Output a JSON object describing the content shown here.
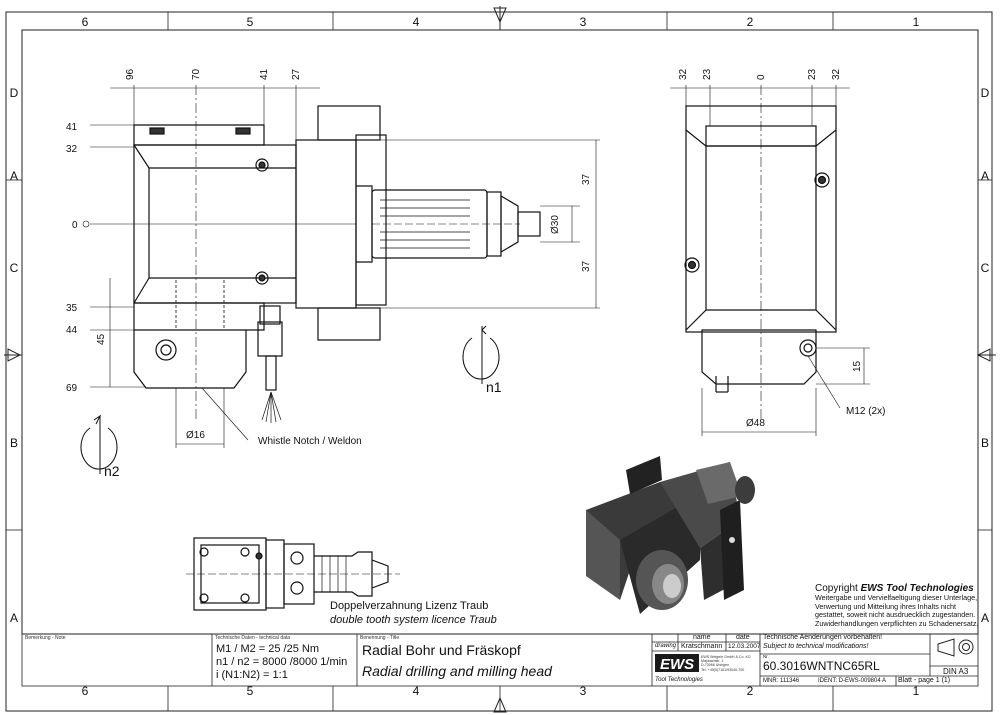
{
  "zones": {
    "columns": [
      "6",
      "5",
      "4",
      "3",
      "2",
      "1"
    ],
    "rows": [
      "D",
      "C",
      "B",
      "A"
    ]
  },
  "front_view": {
    "top_dims": [
      "96",
      "70",
      "41",
      "27"
    ],
    "left_dims": [
      "41",
      "32",
      "0",
      "35",
      "44",
      "69"
    ],
    "vertical_dim_45": "45",
    "right_dims": [
      "37",
      "37"
    ],
    "bore_dim": "Ø30",
    "shank_dim": "Ø16",
    "note": "Whistle Notch / Weldon"
  },
  "side_view": {
    "top_dims": [
      "32",
      "23",
      "0",
      "23",
      "32"
    ],
    "height_dim": "15",
    "thread": "M12 (2x)",
    "diameter_dim": "Ø48"
  },
  "rotation_labels": {
    "spindle": "n1",
    "drive": "n2"
  },
  "top_view_caption": {
    "line1": "Doppelverzahnung Lizenz Traub",
    "line2": "double tooth system licence Traub"
  },
  "copyright": {
    "prefix": "Copyright ",
    "brand": "EWS Tool Technologies",
    "lines": [
      "Weitergabe und Vervielfaeltigung dieser Unterlage,",
      "Verwertung und Mitteilung ihres Inhalts nicht",
      "gestattet, soweit nicht ausdruecklich zugestanden.",
      "Zuwiderhandlungen verpflichten zu Schadenersatz."
    ]
  },
  "title_block": {
    "remark_header": "Bemerkung - Note",
    "tech_header": "Technische Daten - technical data",
    "torque": "M1 / M2 = 25 /25 Nm",
    "speed": "n1 / n2 = 8000 /8000  1/min",
    "ratio": "i (N1:N2) = 1:1",
    "title_header": "Benennung - Title",
    "title_de": "Radial Bohr und Fräskopf",
    "title_en": "Radial drilling and milling head",
    "col_name": "name",
    "col_date": "date",
    "row_label": "drawing",
    "drawer": "Kratschmann",
    "date": "12.03.2007",
    "logo": "EWS",
    "logo_sub": "Tool Technologies",
    "company_lines": [
      "EWS Weigele GmbH & Co. KG",
      "Maybachstr. 1",
      "D-73066 Uhingen",
      "Tel. +49(0)7161/93040-700"
    ],
    "change_de": "Technische Aenderungen vorbehalten!",
    "change_en": "Subject to technical modifications!",
    "nr_label": "Nr.",
    "part_no": "60.3016WNTNC65RL",
    "mnr": "MNR: 111346",
    "ident": "IDENT: D-EWS-009804  A",
    "sheet": "Blatt - page 1 (1)",
    "format": "DIN A3"
  }
}
